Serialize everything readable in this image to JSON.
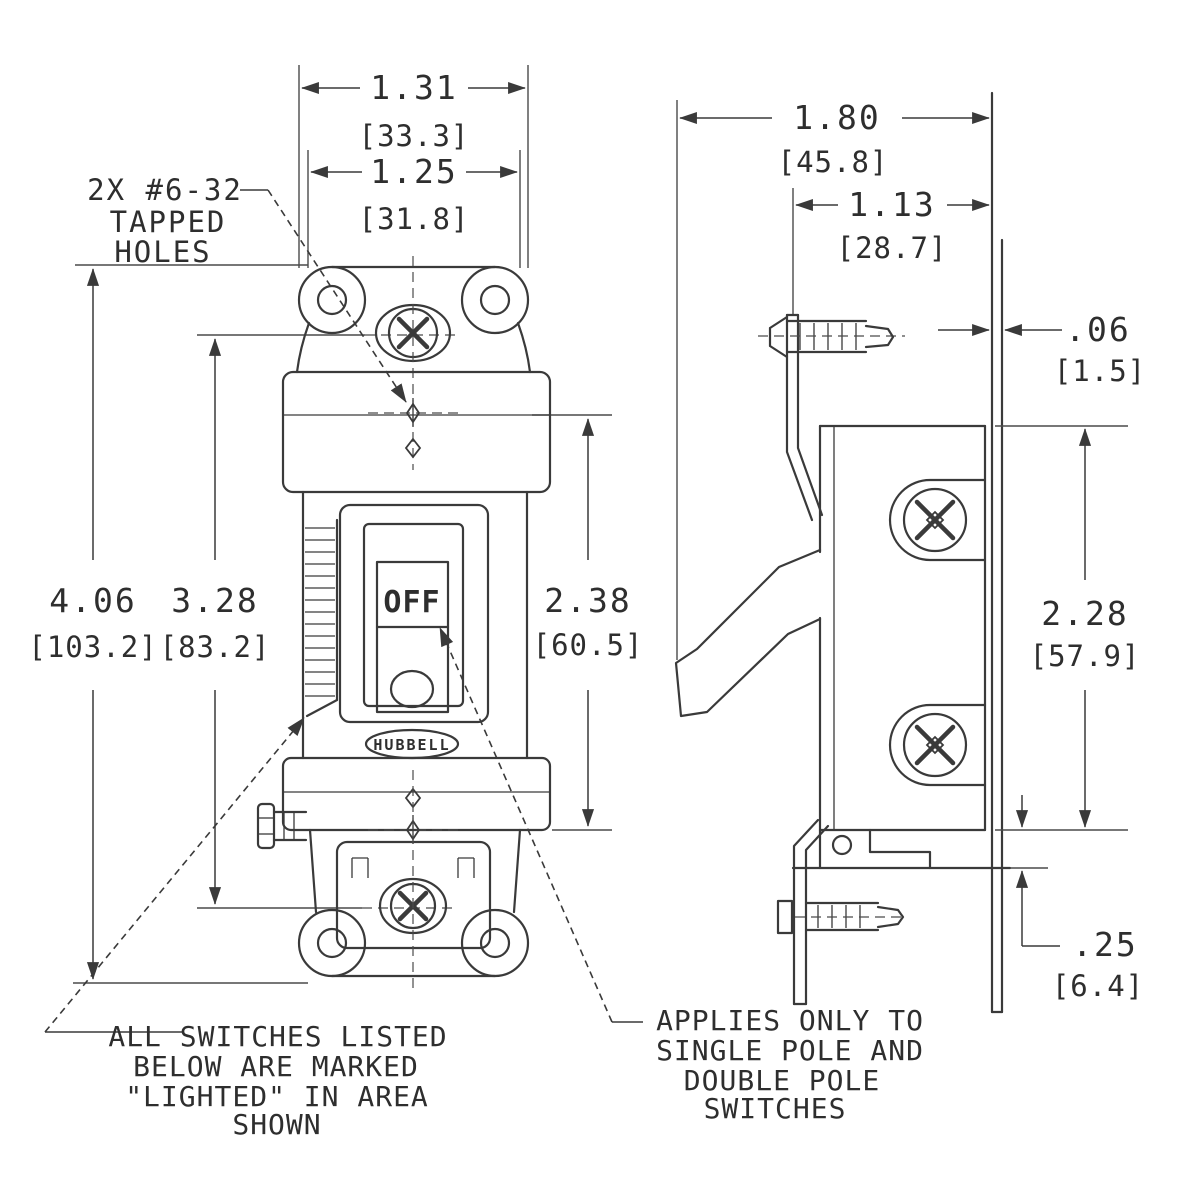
{
  "meta": {
    "drawing_type": "dimensional line drawing of toggle switch",
    "units": "inches [millimeters]",
    "line_color": "#3a3a3a",
    "background_color": "#ffffff"
  },
  "front_view": {
    "name": "front view",
    "toggle_label": "OFF",
    "brand_label": "HUBBELL",
    "callout": {
      "lines": [
        "2X #6-32",
        "TAPPED",
        "HOLES"
      ]
    },
    "dimensions": {
      "width_outer": {
        "in": "1.31",
        "mm": "[33.3]"
      },
      "width_inner": {
        "in": "1.25",
        "mm": "[31.8]"
      },
      "height_overall": {
        "in": "4.06",
        "mm": "[103.2]"
      },
      "height_mounting": {
        "in": "3.28",
        "mm": "[83.2]"
      },
      "height_body": {
        "in": "2.38",
        "mm": "[60.5]"
      }
    }
  },
  "side_view": {
    "name": "side view",
    "dimensions": {
      "depth_overall": {
        "in": "1.80",
        "mm": "[45.8]"
      },
      "depth_body": {
        "in": "1.13",
        "mm": "[28.7]"
      },
      "strap_thickness": {
        "in": ".06",
        "mm": "[1.5]"
      },
      "body_height": {
        "in": "2.28",
        "mm": "[57.9]"
      },
      "bracket_offset": {
        "in": ".25",
        "mm": "[6.4]"
      }
    }
  },
  "notes": {
    "lighted": {
      "lines": [
        "ALL SWITCHES LISTED",
        "BELOW ARE MARKED",
        "\"LIGHTED\" IN AREA",
        "SHOWN"
      ]
    },
    "poles": {
      "lines": [
        "APPLIES ONLY TO",
        "SINGLE POLE AND",
        "DOUBLE POLE",
        "SWITCHES"
      ]
    }
  }
}
